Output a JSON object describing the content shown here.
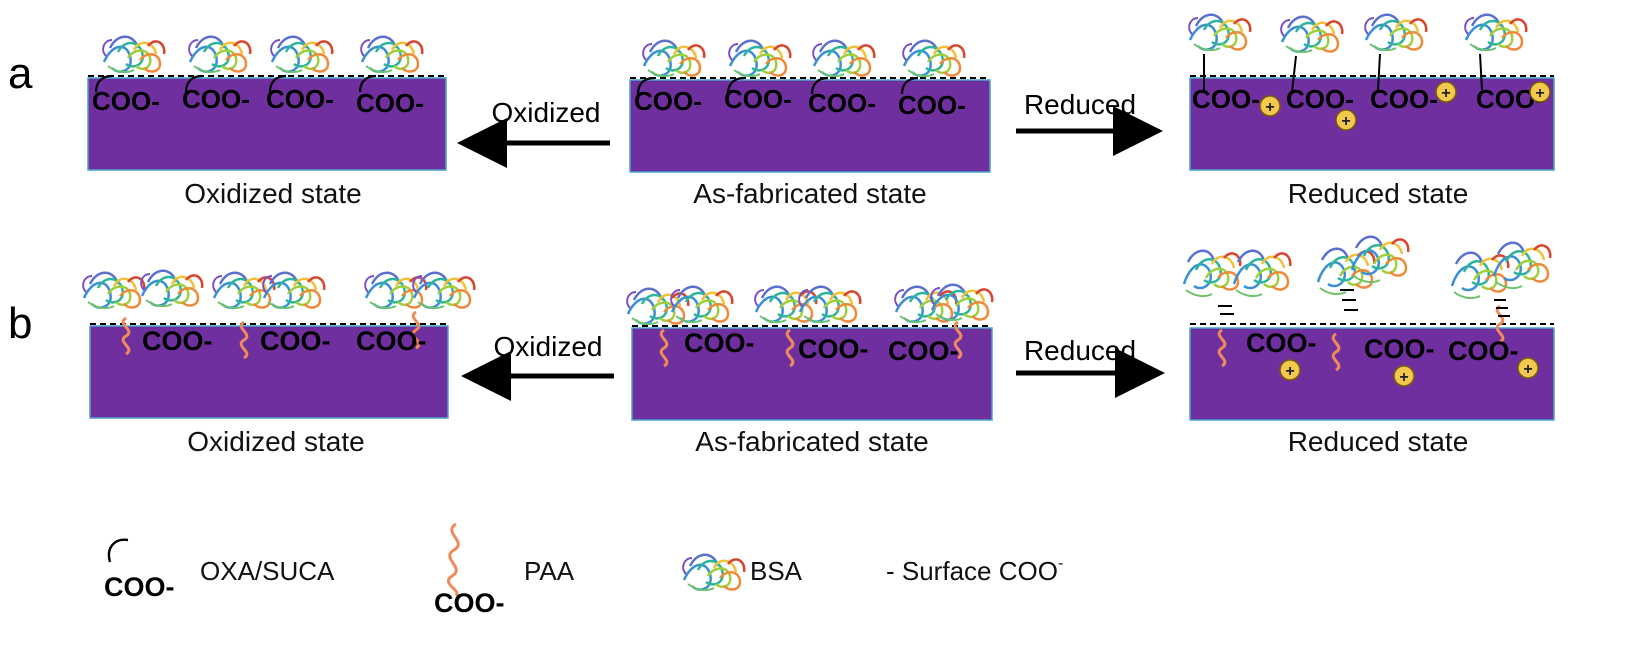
{
  "rows": [
    {
      "letter": "a",
      "left_arrow_label": "Oxidized",
      "right_arrow_label": "Reduced",
      "panels": [
        {
          "caption": "Oxidized state",
          "coo": [
            "COO-",
            "COO-",
            "COO-",
            "COO-"
          ]
        },
        {
          "caption": "As-fabricated state",
          "coo": [
            "COO-",
            "COO-",
            "COO-",
            "COO-"
          ]
        },
        {
          "caption": "Reduced state",
          "coo": [
            "COO-",
            "COO-",
            "COO-",
            "COO-"
          ],
          "plus": [
            "+",
            "+",
            "+",
            "+"
          ]
        }
      ]
    },
    {
      "letter": "b",
      "left_arrow_label": "Oxidized",
      "right_arrow_label": "Reduced",
      "panels": [
        {
          "caption": "Oxidized state",
          "coo": [
            "COO-",
            "COO-",
            "COO-"
          ]
        },
        {
          "caption": "As-fabricated state",
          "coo": [
            "COO-",
            "COO-",
            "COO-"
          ]
        },
        {
          "caption": "Reduced state",
          "coo": [
            "COO-",
            "COO-",
            "COO-"
          ],
          "plus": [
            "+",
            "+",
            "+"
          ]
        }
      ]
    }
  ],
  "legend": {
    "oxa_coo": "COO-",
    "oxa_label": "OXA/SUCA",
    "paa_coo": "COO-",
    "paa_label": "PAA",
    "bsa_label": "BSA",
    "surface_label": "- Surface COO",
    "surface_sup": "-"
  },
  "colors": {
    "substrate": "#6f2f9f",
    "substrate_edge": "#4fa3c8",
    "paa": "#f08a5a",
    "plus_fill": "#f2c94c"
  }
}
